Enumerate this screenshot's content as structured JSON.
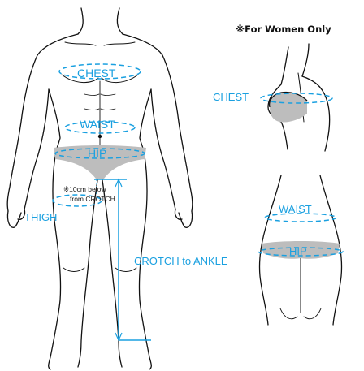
{
  "note": "※For Women Only",
  "labels": {
    "chest_man": "CHEST",
    "waist_man": "WAIST",
    "hip_man": "HIP",
    "thigh": "THIGH",
    "thigh_note_1": "※10cm below",
    "thigh_note_2": "from CROTCH",
    "crotch_to_ankle": "CROTCH to ANKLE",
    "chest_woman": "CHEST",
    "waist_woman": "WAIST",
    "hip_woman": "HIP"
  },
  "colors": {
    "accent": "#1aa0e0",
    "line": "#111111",
    "shade": "#bdbdbd"
  }
}
